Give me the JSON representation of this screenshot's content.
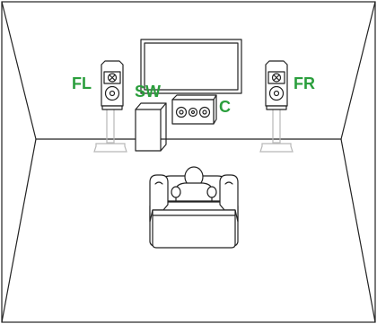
{
  "labels": {
    "front_left": "FL",
    "subwoofer": "SW",
    "center": "C",
    "front_right": "FR"
  },
  "colors": {
    "label": "#2a9e3c",
    "line": "#222222",
    "stand": "#b8b8b8"
  }
}
